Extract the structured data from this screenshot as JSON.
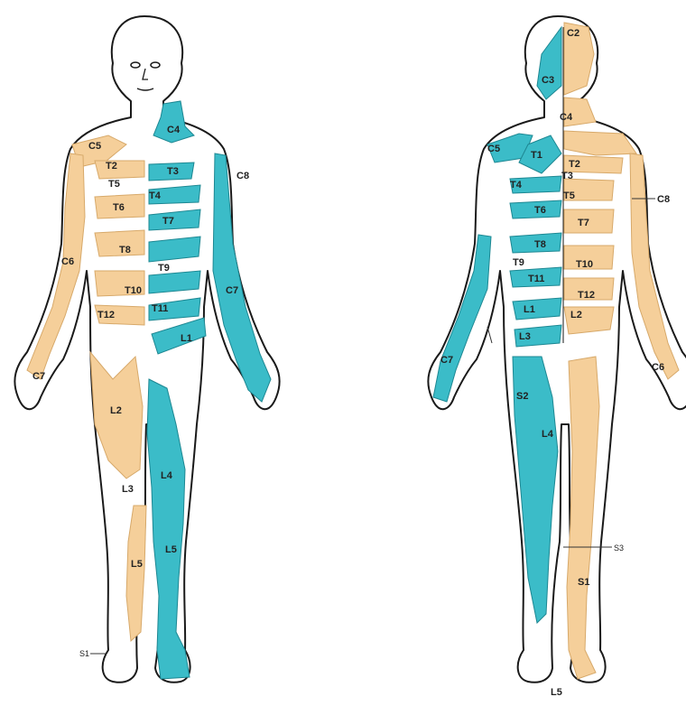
{
  "colors": {
    "teal": "#3bbcc8",
    "tan": "#f5cf9a",
    "outline": "#1a1a1a"
  },
  "front": {
    "labels": {
      "c4": "C4",
      "c5": "C5",
      "c6_arm": "C6",
      "c7": "C7",
      "c8": "C8",
      "t2": "T2",
      "t3": "T3",
      "t4": "T4",
      "t5": "T5",
      "t6": "T6",
      "t7": "T7",
      "t8": "T8",
      "t9": "T9",
      "t10": "T10",
      "t11": "T11",
      "t12": "T12",
      "l1": "L1",
      "l2": "L2",
      "l3": "L3",
      "l4": "L4",
      "l5": "L5",
      "s1": "S1"
    }
  },
  "back": {
    "labels": {
      "c2": "C2",
      "c3": "C3",
      "c4": "C4",
      "c5": "C5",
      "c6": "C6",
      "c7": "C7",
      "c8": "C8",
      "t1": "T1",
      "t2": "T2",
      "t3": "T3",
      "t4": "T4",
      "t5": "T5",
      "t6": "T6",
      "t7": "T7",
      "t8": "T8",
      "t9": "T9",
      "t10": "T10",
      "t11": "T11",
      "t12": "T12",
      "l1": "L1",
      "l2": "L2",
      "l3": "L3",
      "l4": "L4",
      "l5": "L5",
      "s1": "S1",
      "s2": "S2",
      "s3": "S3"
    }
  }
}
